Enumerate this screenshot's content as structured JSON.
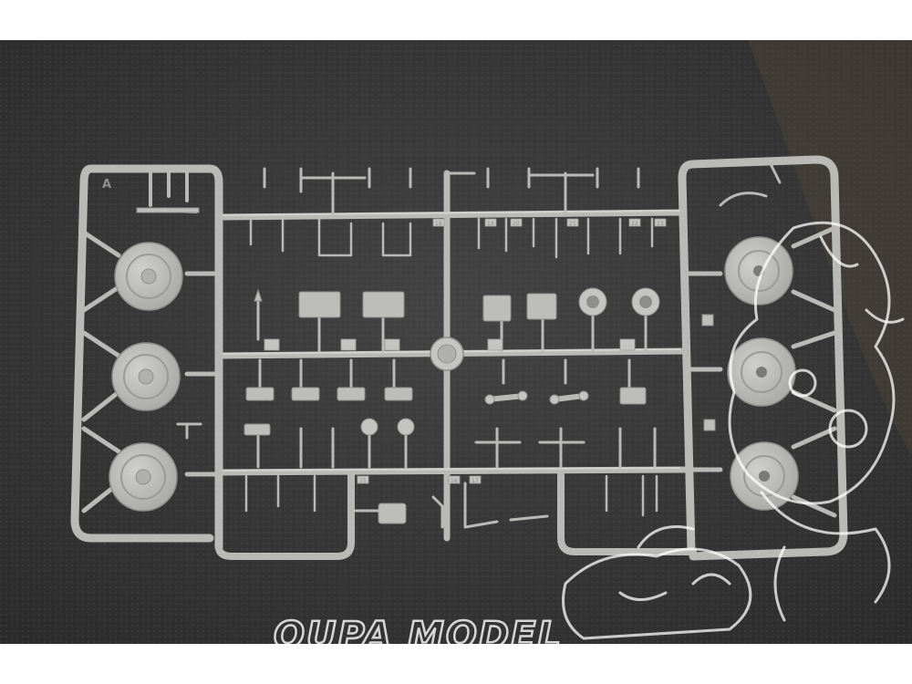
{
  "sprue": {
    "letter": "A",
    "tab_numbers": [
      "15",
      "16",
      "17",
      "18",
      "19",
      "20",
      "21",
      "22",
      "23"
    ]
  },
  "watermark": {
    "text": "OUPA MODEL"
  },
  "colors": {
    "background": "#3a3a3a",
    "plastic": "#bdbdb9",
    "watermark": "#ffffff"
  }
}
